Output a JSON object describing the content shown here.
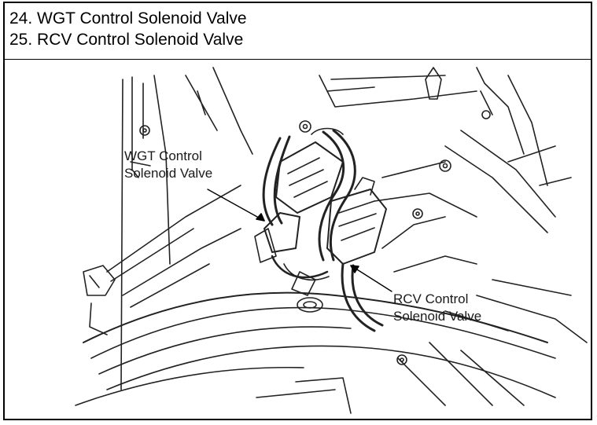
{
  "header": {
    "lines": [
      "24. WGT Control Solenoid Valve",
      "25. RCV Control Solenoid Valve"
    ]
  },
  "diagram": {
    "callouts": [
      {
        "id": "wgt",
        "lines": [
          "WGT Control",
          "Solenoid Valve"
        ]
      },
      {
        "id": "rcv",
        "lines": [
          "RCV Control",
          "Solenoid Valve"
        ]
      }
    ]
  }
}
